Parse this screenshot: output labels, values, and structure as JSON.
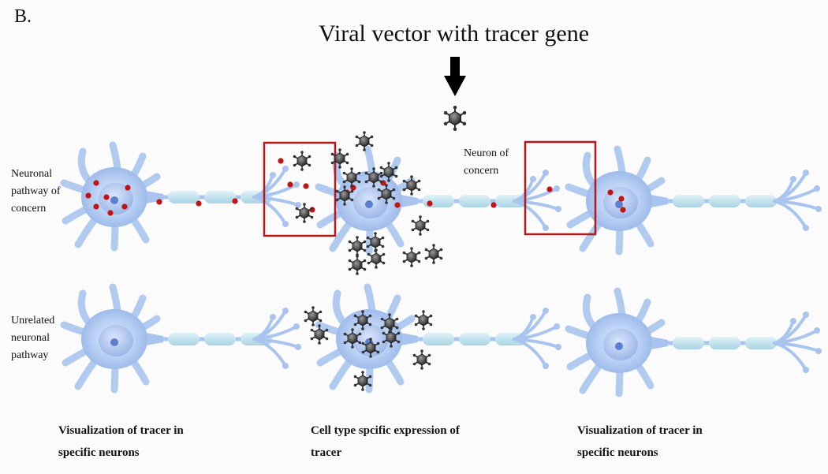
{
  "panel_label": "B.",
  "title": "Viral vector with tracer gene",
  "labels": {
    "neuronal_pathway": "Neuronal pathway of concern",
    "neuron_of_concern": "Neuron of concern",
    "unrelated_pathway": "Unrelated neuronal pathway"
  },
  "captions": {
    "left": "Visualization of tracer in specific neurons",
    "center": "Cell type spcific expression of tracer",
    "right": "Visualization of tracer in specific neurons"
  },
  "colors": {
    "neuron": "#a9c4ee",
    "axon_segment": "#c3e3ef",
    "tracer_dot": "#c21414",
    "highlight_box": "#b01a1a",
    "vector_particle": "#333333",
    "arrow": "#000000"
  }
}
